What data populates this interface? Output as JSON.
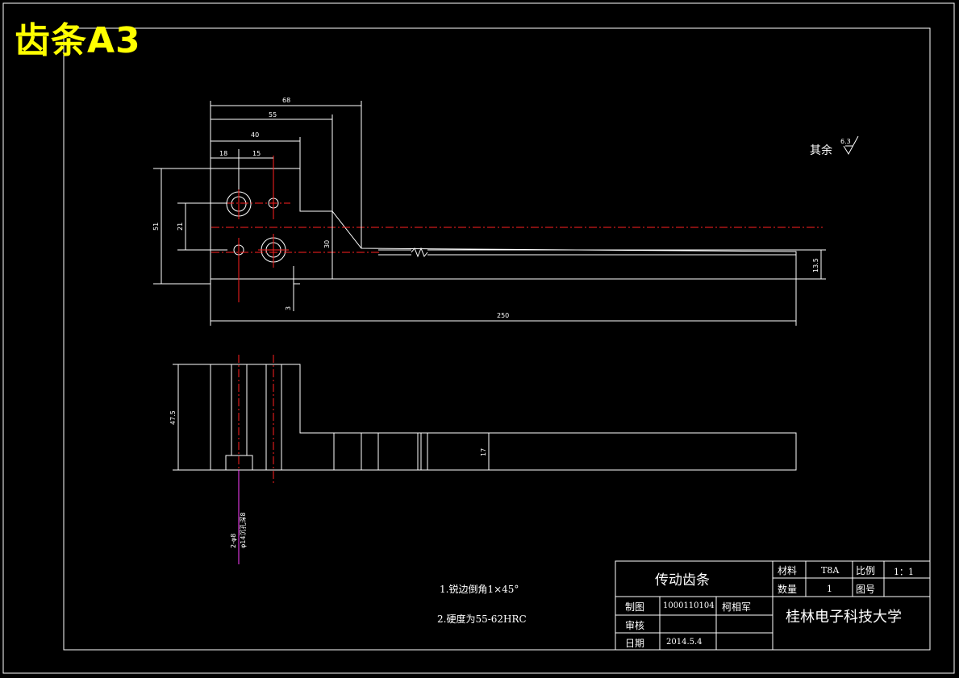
{
  "sheet_title": "齿条A3",
  "roughness": {
    "label": "其余",
    "value": "6.3"
  },
  "dimensions": {
    "d68": "68",
    "d55": "55",
    "d40": "40",
    "d18": "18",
    "d15": "15",
    "d51": "51",
    "d21": "21",
    "d30": "30",
    "d3": "3",
    "d13_5": "13.5",
    "d250": "250",
    "d47_5": "47.5",
    "d17": "17"
  },
  "hole_callout": {
    "line1": "2-φ8",
    "line2": "φ14沉孔深8"
  },
  "notes": [
    "1.锐边倒角1×45°",
    "2.硬度为55-62HRC"
  ],
  "title_block": {
    "part_name": "传动齿条",
    "material_label": "材料",
    "material_value": "T8A",
    "scale_label": "比例",
    "scale_value": "1：1",
    "quantity_label": "数量",
    "quantity_value": "1",
    "drawing_no_label": "图号",
    "drawing_no_value": "",
    "drawn_label": "制图",
    "drawn_id": "1000110104",
    "drawn_name": "柯相军",
    "review_label": "审核",
    "date_label": "日期",
    "date_value": "2014.5.4",
    "school": "桂林电子科技大学"
  }
}
